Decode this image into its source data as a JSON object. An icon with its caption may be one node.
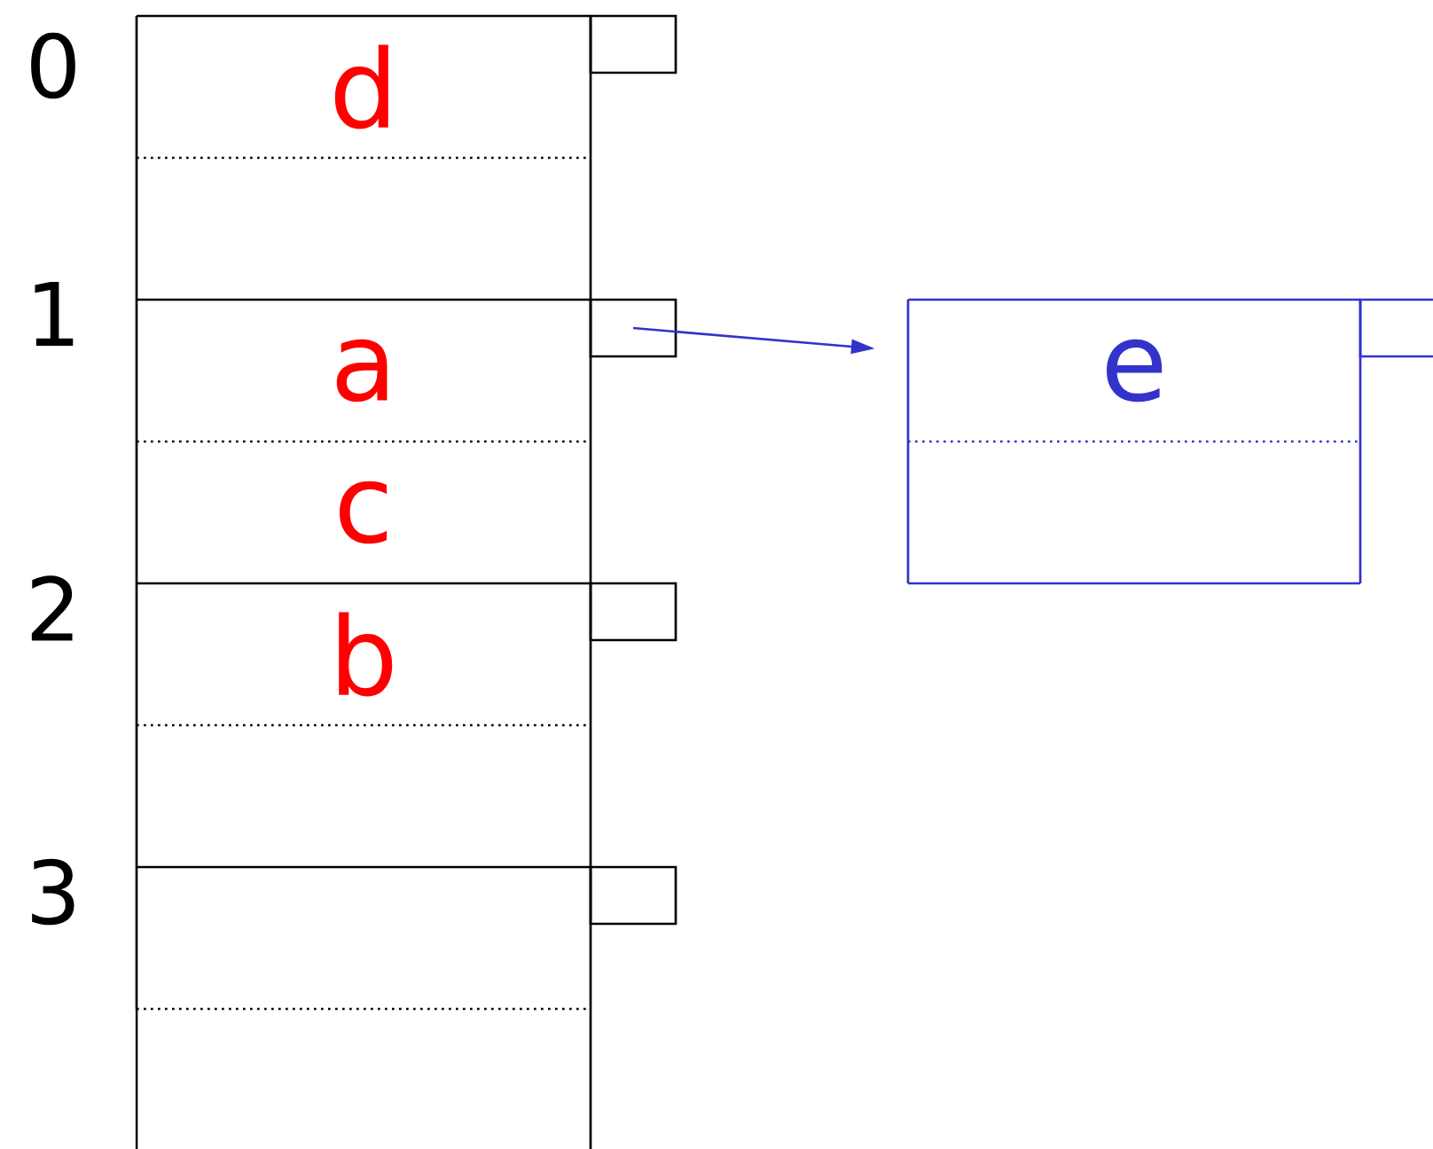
{
  "diagram": {
    "nodes": [
      {
        "text": [
          "d"
        ]
      },
      {
        "text": [],
        "shape": "box"
      },
      {
        "text": [
          "a"
        ]
      },
      {
        "text": [
          "c"
        ]
      },
      {
        "text": [
          "b"
        ]
      },
      {
        "text": [],
        "shape": "box"
      },
      {
        "text": [],
        "shape": "box"
      },
      {
        "text": [],
        "shape": "box"
      },
      {
        "text": [],
        "shape": "box"
      },
      {
        "text": [],
        "shape": "box"
      },
      {
        "text": [],
        "shape": "box"
      },
      {
        "text": [],
        "shape": "box"
      },
      {
        "text": [
          "e"
        ]
      },
      {
        "text": [],
        "shape": "box"
      },
      {
        "text": [],
        "shape": "box"
      }
    ],
    "edges": [
      {
        "from": 9,
        "to": 12,
        "arrow": "to"
      }
    ],
    "labels": [
      "0",
      "1",
      "2",
      "3"
    ]
  }
}
